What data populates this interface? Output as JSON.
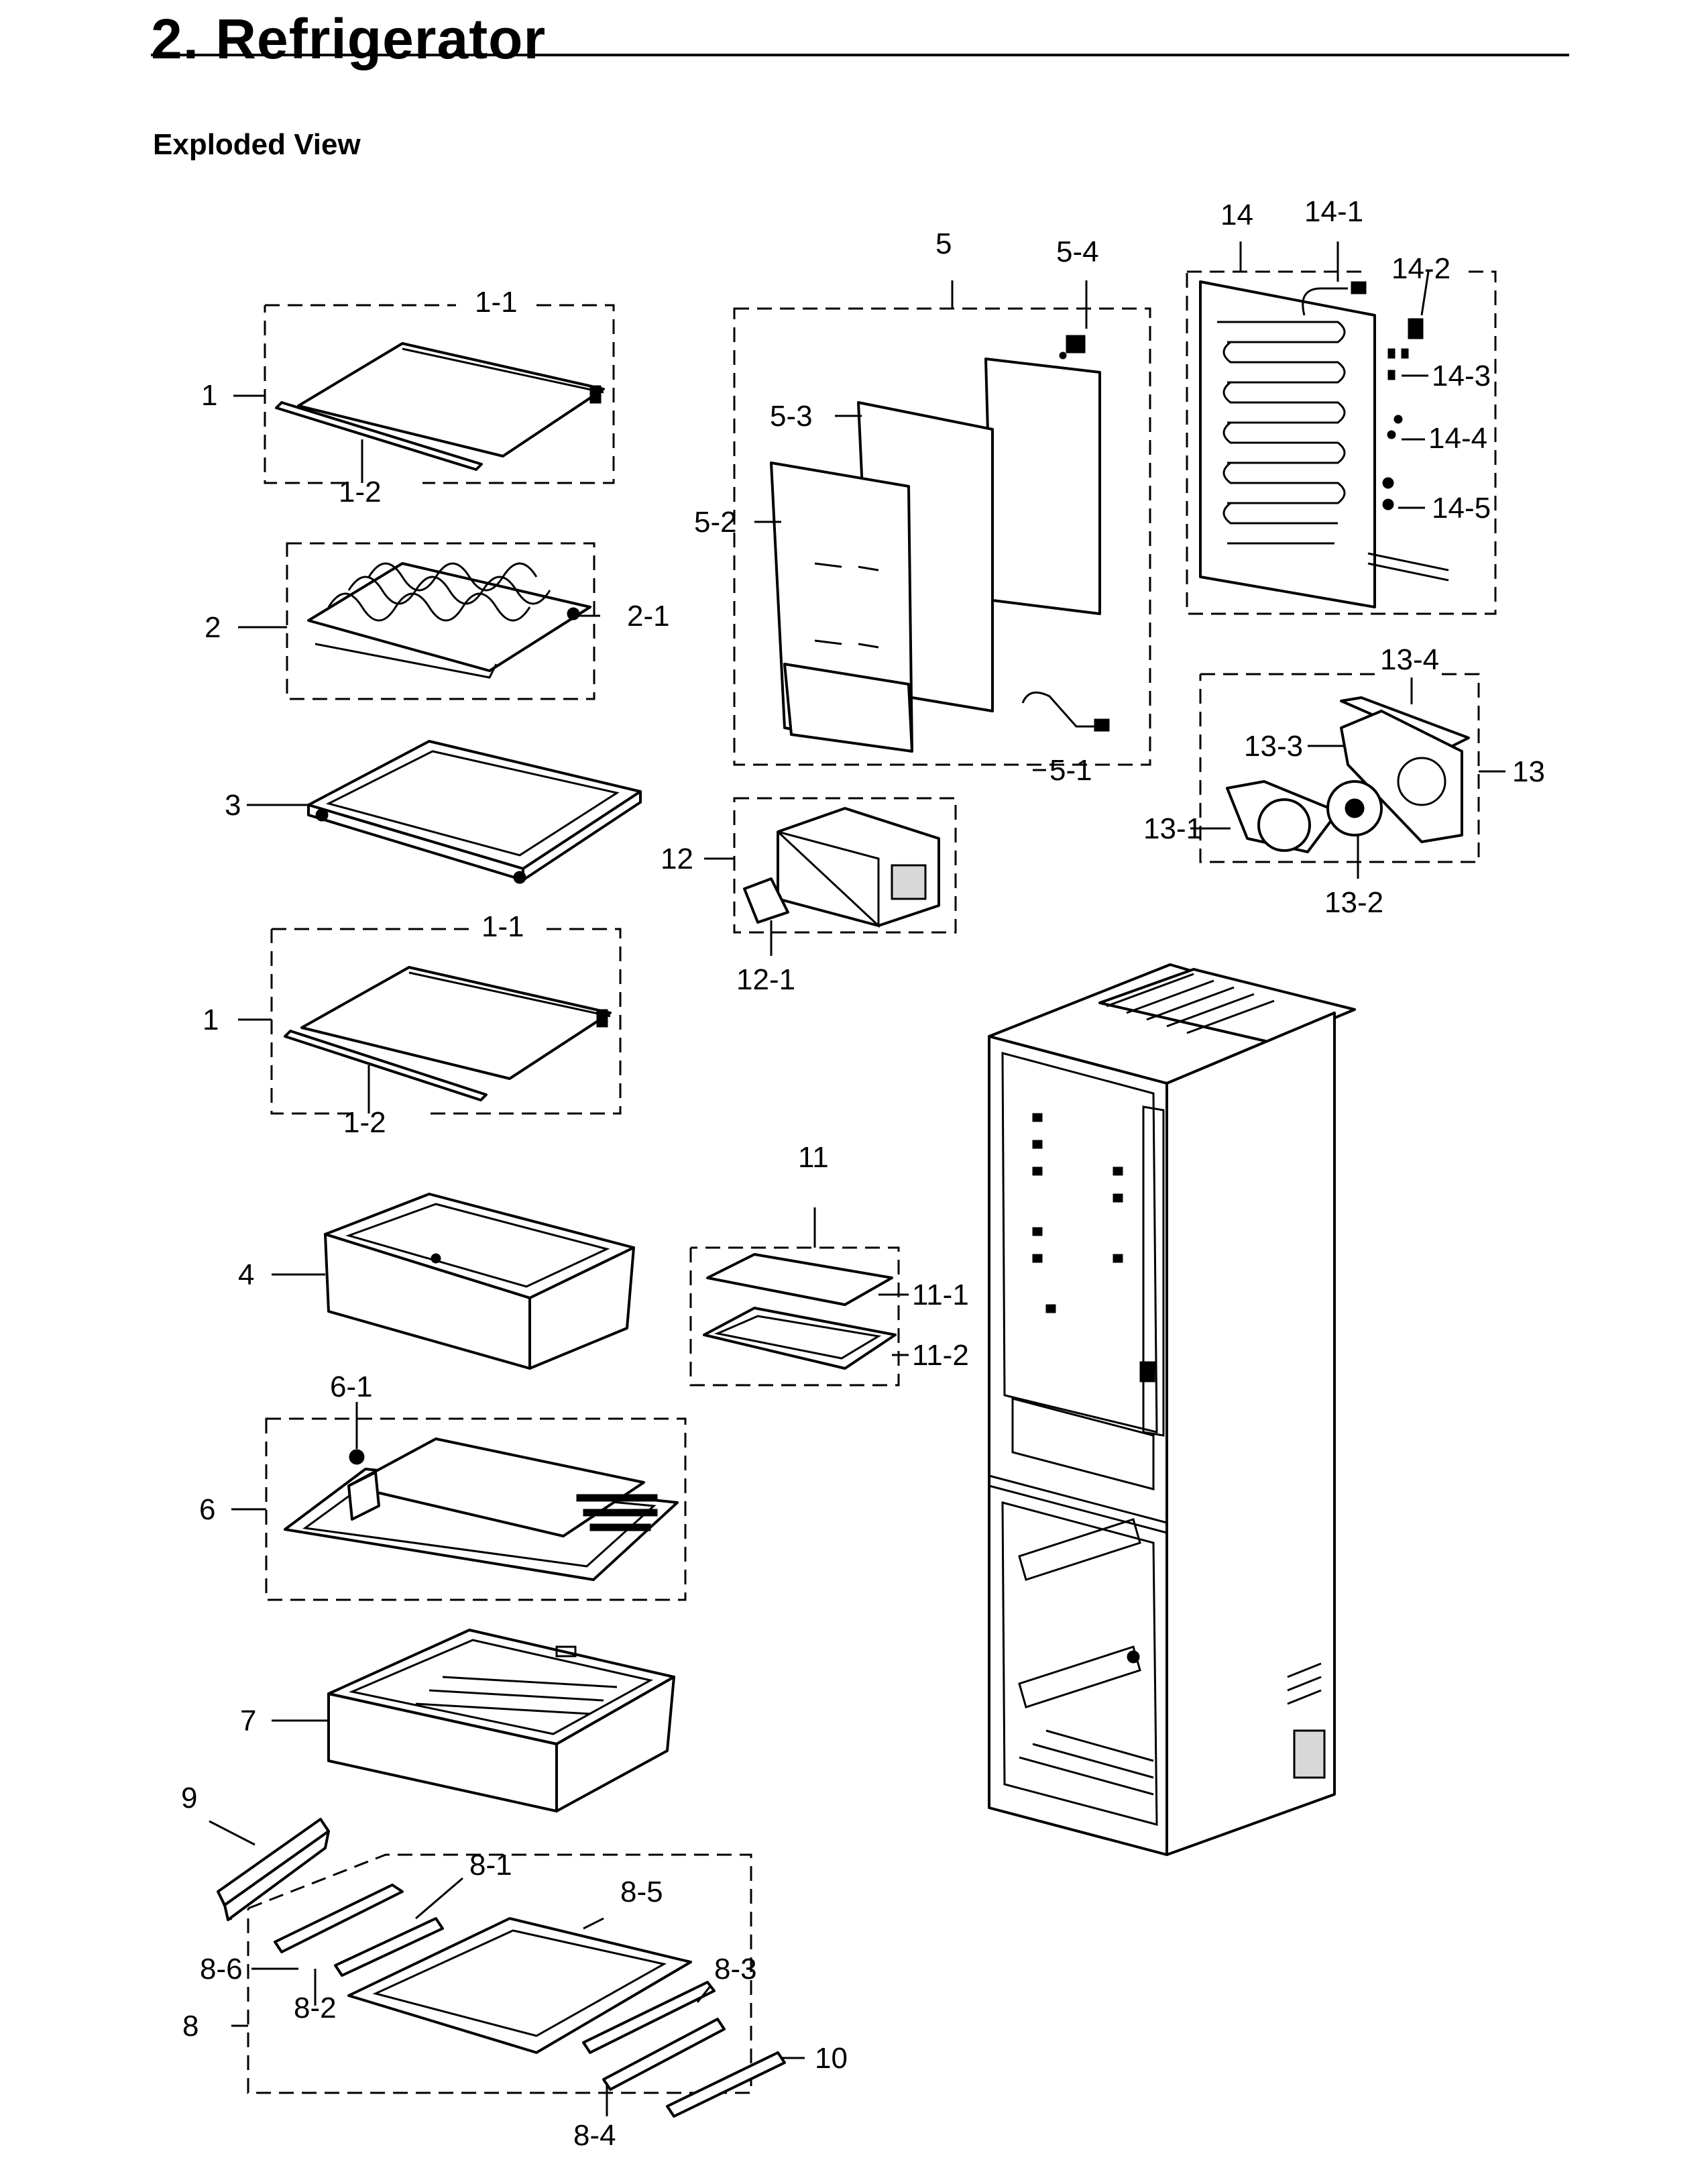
{
  "header": {
    "title": "2.  Refrigerator",
    "subtitle": "Exploded View"
  },
  "callouts": {
    "c1a": "1",
    "c1_1a": "1-1",
    "c1_2a": "1-2",
    "c2": "2",
    "c2_1": "2-1",
    "c3": "3",
    "c1b": "1",
    "c1_1b": "1-1",
    "c1_2b": "1-2",
    "c4": "4",
    "c6_1": "6-1",
    "c6": "6",
    "c7": "7",
    "c9": "9",
    "c8_1": "8-1",
    "c8_5": "8-5",
    "c8_6": "8-6",
    "c8_3": "8-3",
    "c8": "8",
    "c8_2": "8-2",
    "c10": "10",
    "c8_4": "8-4",
    "c5": "5",
    "c5_4": "5-4",
    "c5_3": "5-3",
    "c5_2": "5-2",
    "c5_1": "5-1",
    "c12": "12",
    "c12_1": "12-1",
    "c11": "11",
    "c11_1": "11-1",
    "c11_2": "11-2",
    "c14": "14",
    "c14_1": "14-1",
    "c14_2": "14-2",
    "c14_3": "14-3",
    "c14_4": "14-4",
    "c14_5": "14-5",
    "c13_4": "13-4",
    "c13_3": "13-3",
    "c13": "13",
    "c13_1": "13-1",
    "c13_2": "13-2"
  }
}
